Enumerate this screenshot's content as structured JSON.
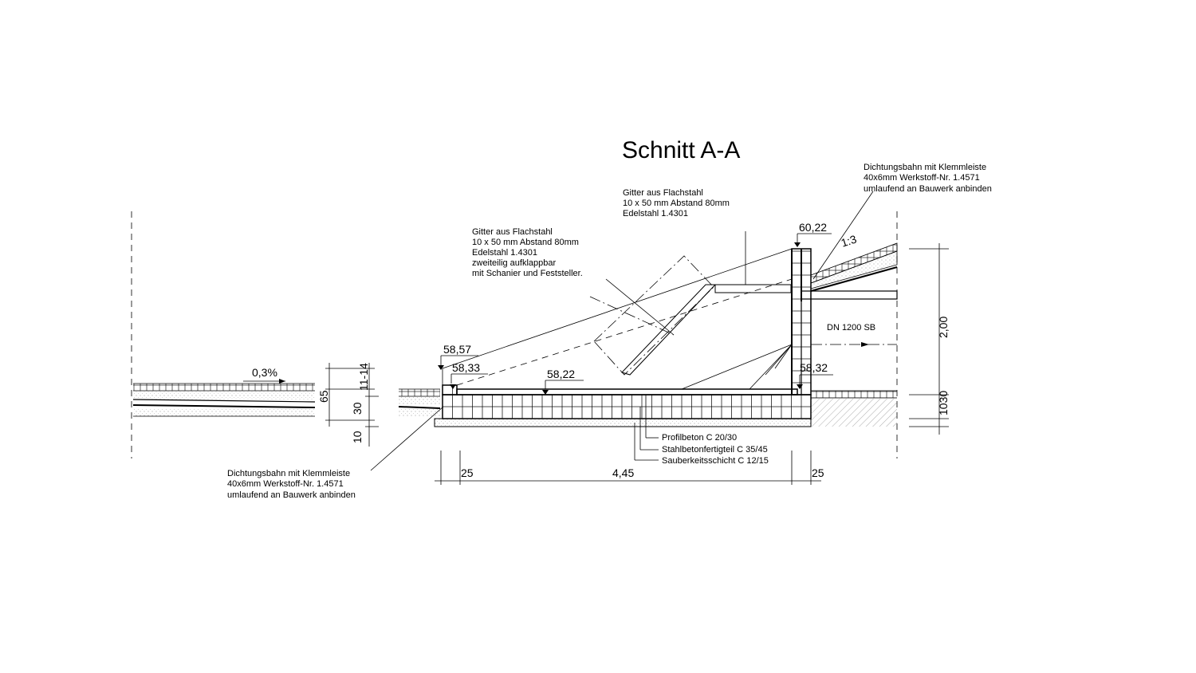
{
  "title": "Schnitt A-A",
  "notes": {
    "gitter_top": [
      "Gitter aus Flachstahl",
      "10 x 50 mm Abstand 80mm",
      "Edelstahl 1.4301"
    ],
    "gitter_left": [
      "Gitter aus Flachstahl",
      "10 x 50 mm Abstand 80mm",
      "Edelstahl 1.4301",
      "zweiteilig aufklappbar",
      "mit Schanier und Feststeller."
    ],
    "dichtung_top": [
      "Dichtungsbahn mit Klemmleiste",
      "40x6mm Werkstoff-Nr. 1.4571",
      "umlaufend an Bauwerk anbinden"
    ],
    "dichtung_bottom": [
      "Dichtungsbahn mit Klemmleiste",
      "40x6mm Werkstoff-Nr. 1.4571",
      "umlaufend an Bauwerk anbinden"
    ],
    "layers": [
      "Profilbeton C 20/30",
      "Stahlbetonfertigteil C 35/45",
      "Sauberkeitsschicht C 12/15"
    ]
  },
  "levels": {
    "top_right": "60,22",
    "left_top": "58,57",
    "left_inner": "58,33",
    "center": "58,22",
    "right_inner": "58,32"
  },
  "labels": {
    "slope_left": "0,3%",
    "slope_right": "1:3",
    "pipe": "DN 1200 SB"
  },
  "dims": {
    "left_65": "65",
    "left_11_14": "11-14",
    "left_30": "30",
    "left_10": "10",
    "right_200": "2,00",
    "right_1030": "1030",
    "bottom_25_left": "25",
    "bottom_445": "4,45",
    "bottom_25_right": "25"
  }
}
